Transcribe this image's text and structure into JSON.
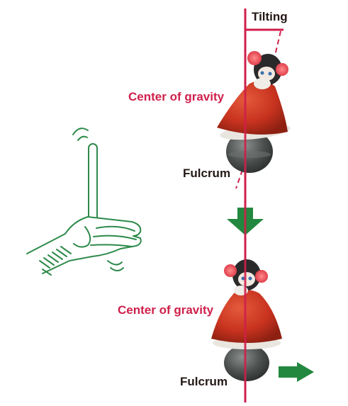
{
  "labels": {
    "tilting": "Tilting",
    "center_of_gravity_top": "Center of gravity",
    "fulcrum_top": "Fulcrum",
    "center_of_gravity_bottom": "Center of gravity",
    "fulcrum_bottom": "Fulcrum"
  },
  "colors": {
    "axis_line": "#cf1f4b",
    "label_accent": "#cf1f4b",
    "label_text": "#231815",
    "arrow_green": "#23883f",
    "illustration_green": "#2e8a4a",
    "robot_body": "#c8331f",
    "robot_base": "#4a4e4d"
  },
  "icons": {
    "hand_balancing": "hand-balancing-stick-icon",
    "arrow_down": "arrow-down-icon",
    "arrow_right": "arrow-right-icon",
    "robot_tilted": "tilted-robot-figure",
    "robot_upright": "upright-robot-figure"
  }
}
